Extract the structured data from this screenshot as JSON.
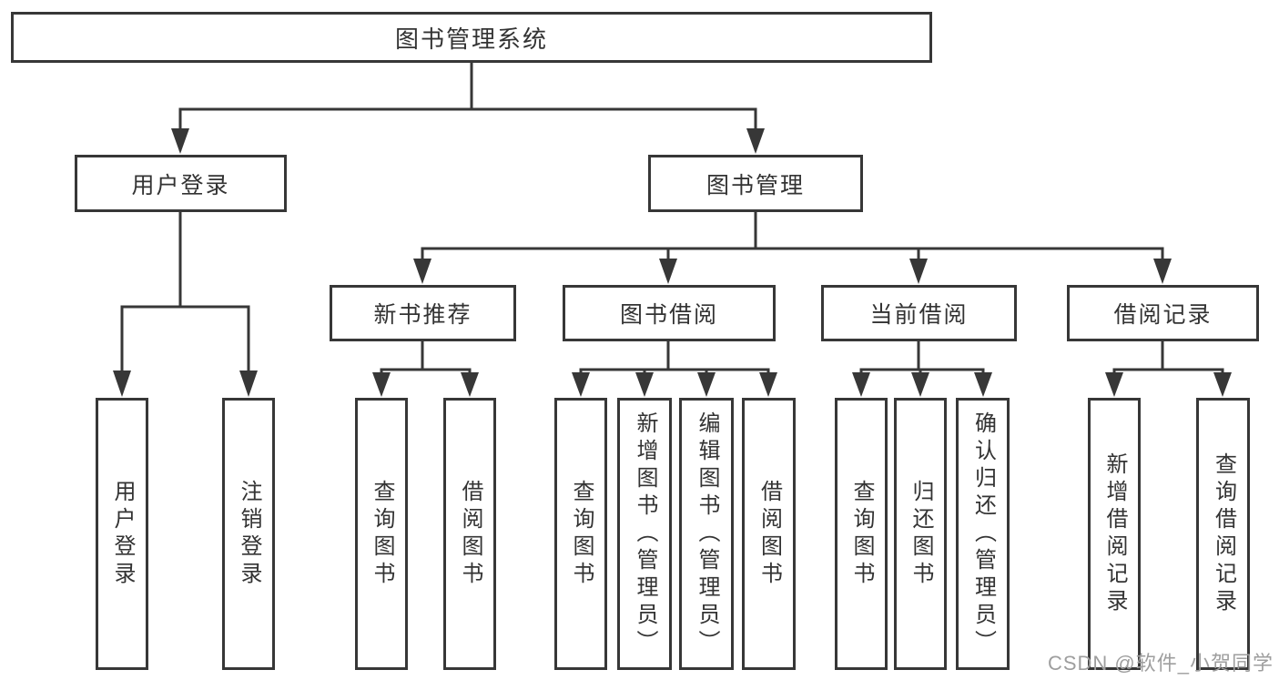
{
  "diagram": {
    "title": "图书管理系统",
    "level2": {
      "user_login": "用户登录",
      "book_mgmt": "图书管理"
    },
    "level3": {
      "new_book_rec": "新书推荐",
      "book_borrow": "图书借阅",
      "current_borrow": "当前借阅",
      "borrow_records": "借阅记录"
    },
    "leaves": {
      "user_login": [
        "用户登录",
        "注销登录"
      ],
      "new_book_rec": [
        "查询图书",
        "借阅图书"
      ],
      "book_borrow": [
        "查询图书",
        "新增图书（管理员）",
        "编辑图书（管理员）",
        "借阅图书"
      ],
      "current_borrow": [
        "查询图书",
        "归还图书",
        "确认归还（管理员）"
      ],
      "borrow_records": [
        "新增借阅记录",
        "查询借阅记录"
      ]
    },
    "watermark": "CSDN @软件_小贺同学",
    "colors": {
      "line": "#373737",
      "text": "#333333",
      "watermark": "#9e9e9e",
      "background": "#ffffff"
    }
  }
}
